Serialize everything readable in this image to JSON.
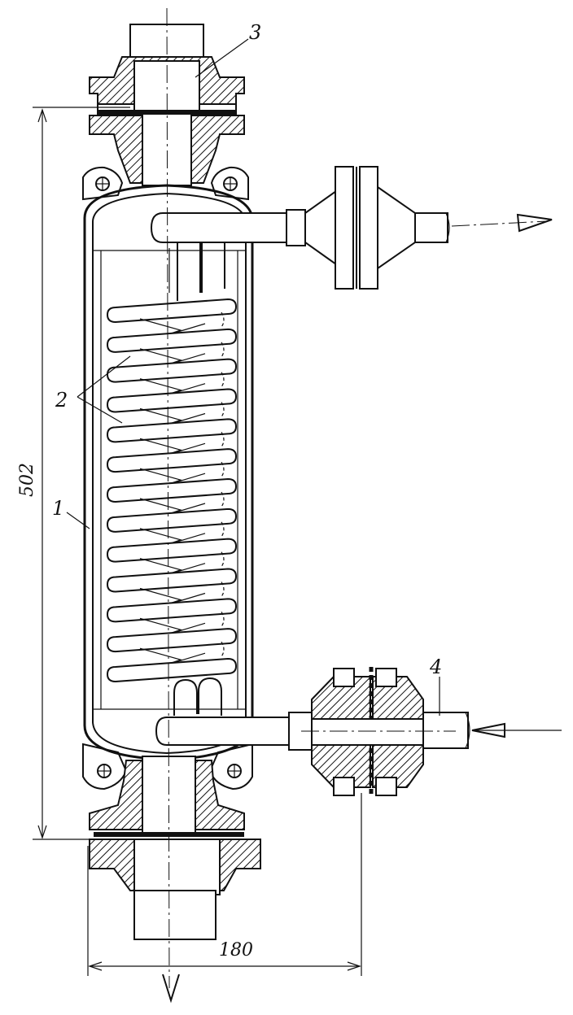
{
  "labels": {
    "part_1": "1",
    "part_2": "2",
    "part_3": "3",
    "part_4": "4"
  },
  "dimensions": {
    "height": "502",
    "width": "180"
  },
  "colors": {
    "ink": "#111111",
    "paper": "#ffffff"
  }
}
